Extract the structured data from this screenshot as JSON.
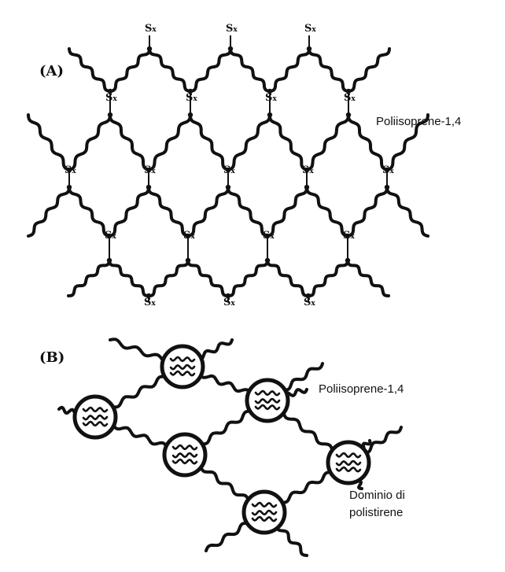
{
  "panel_a": {
    "label": "(A)",
    "crosslink_symbol": "S",
    "crosslink_subscript": "x",
    "polymer_label": "Poliisoprene-1,4"
  },
  "panel_b": {
    "label": "(B)",
    "polymer_label": "Poliisoprene-1,4",
    "domain_label_line1": "Dominio di",
    "domain_label_line2": "polistirene"
  }
}
